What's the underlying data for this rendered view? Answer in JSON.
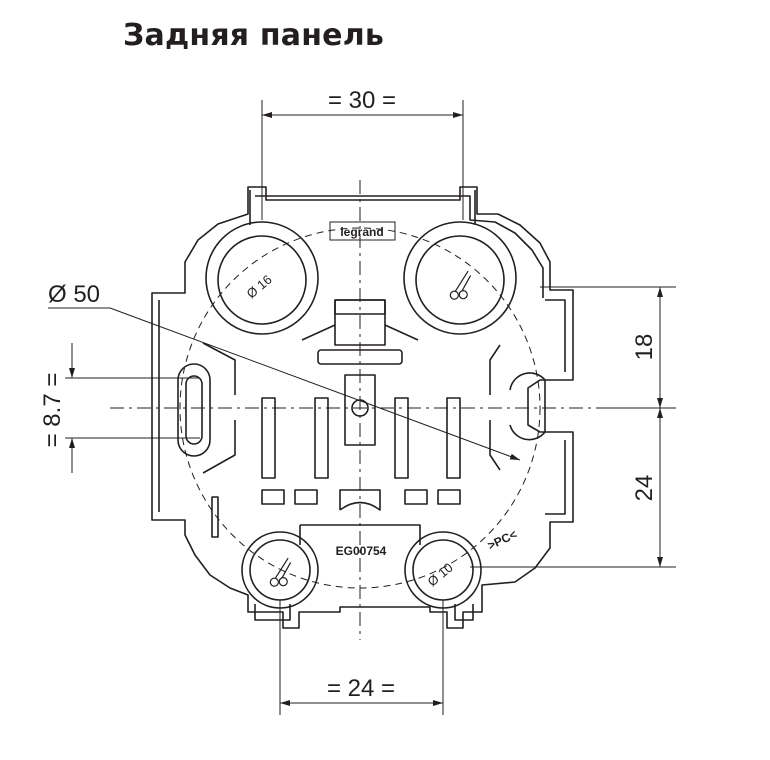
{
  "title": "Задняя панель",
  "dimensions": {
    "top_width": "= 30 =",
    "bottom_width": "= 24 =",
    "right_upper": "18",
    "right_lower": "24",
    "left_slot": "= 8.7 =",
    "diameter_outer": "Ø 50"
  },
  "labels": {
    "hole_large": "Ø 16",
    "hole_small": "Ø 10",
    "part_number": "EG00754",
    "brand": "legrand",
    "material": ">PC<"
  },
  "icons": [
    "scissors-icon",
    "scissors-icon",
    "scissors-icon"
  ],
  "colors": {
    "line": "#231f20",
    "background": "#ffffff"
  }
}
